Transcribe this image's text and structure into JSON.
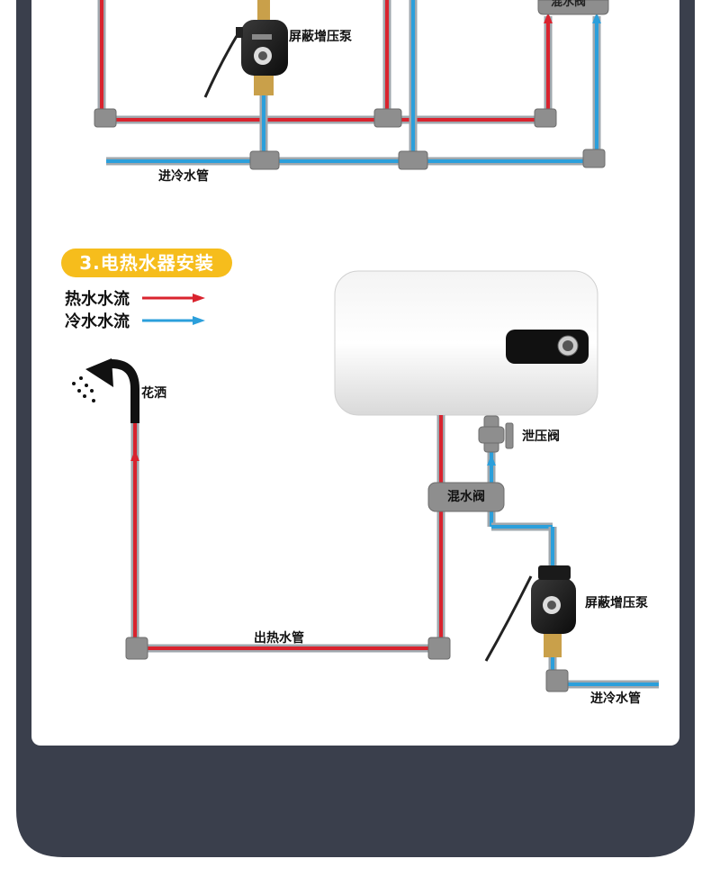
{
  "section": {
    "title": "3.电热水器安装"
  },
  "legend": {
    "hot_label": "热水水流",
    "cold_label": "冷水水流",
    "hot_color": "#d9232e",
    "cold_color": "#2b9fdb"
  },
  "top_diagram": {
    "pump_label": "屏蔽增压泵",
    "mixing_valve_label": "混水阀",
    "cold_inlet_label": "进冷水管"
  },
  "bottom_diagram": {
    "shower_label": "花洒",
    "relief_valve_label": "泄压阀",
    "mixing_valve_label": "混水阀",
    "pump_label": "屏蔽增压泵",
    "hot_outlet_label": "出热水管",
    "cold_inlet_label": "进冷水管"
  },
  "colors": {
    "frame": "#3a3f4c",
    "panel": "#ffffff",
    "badge": "#f6bd1c",
    "fitting": "#8a8a8a",
    "heater_body": "#e8e8e8",
    "control_panel": "#111111"
  },
  "icons": [
    "shower-head-icon",
    "pump-icon",
    "valve-icon",
    "tee-fitting-icon",
    "elbow-fitting-icon"
  ]
}
